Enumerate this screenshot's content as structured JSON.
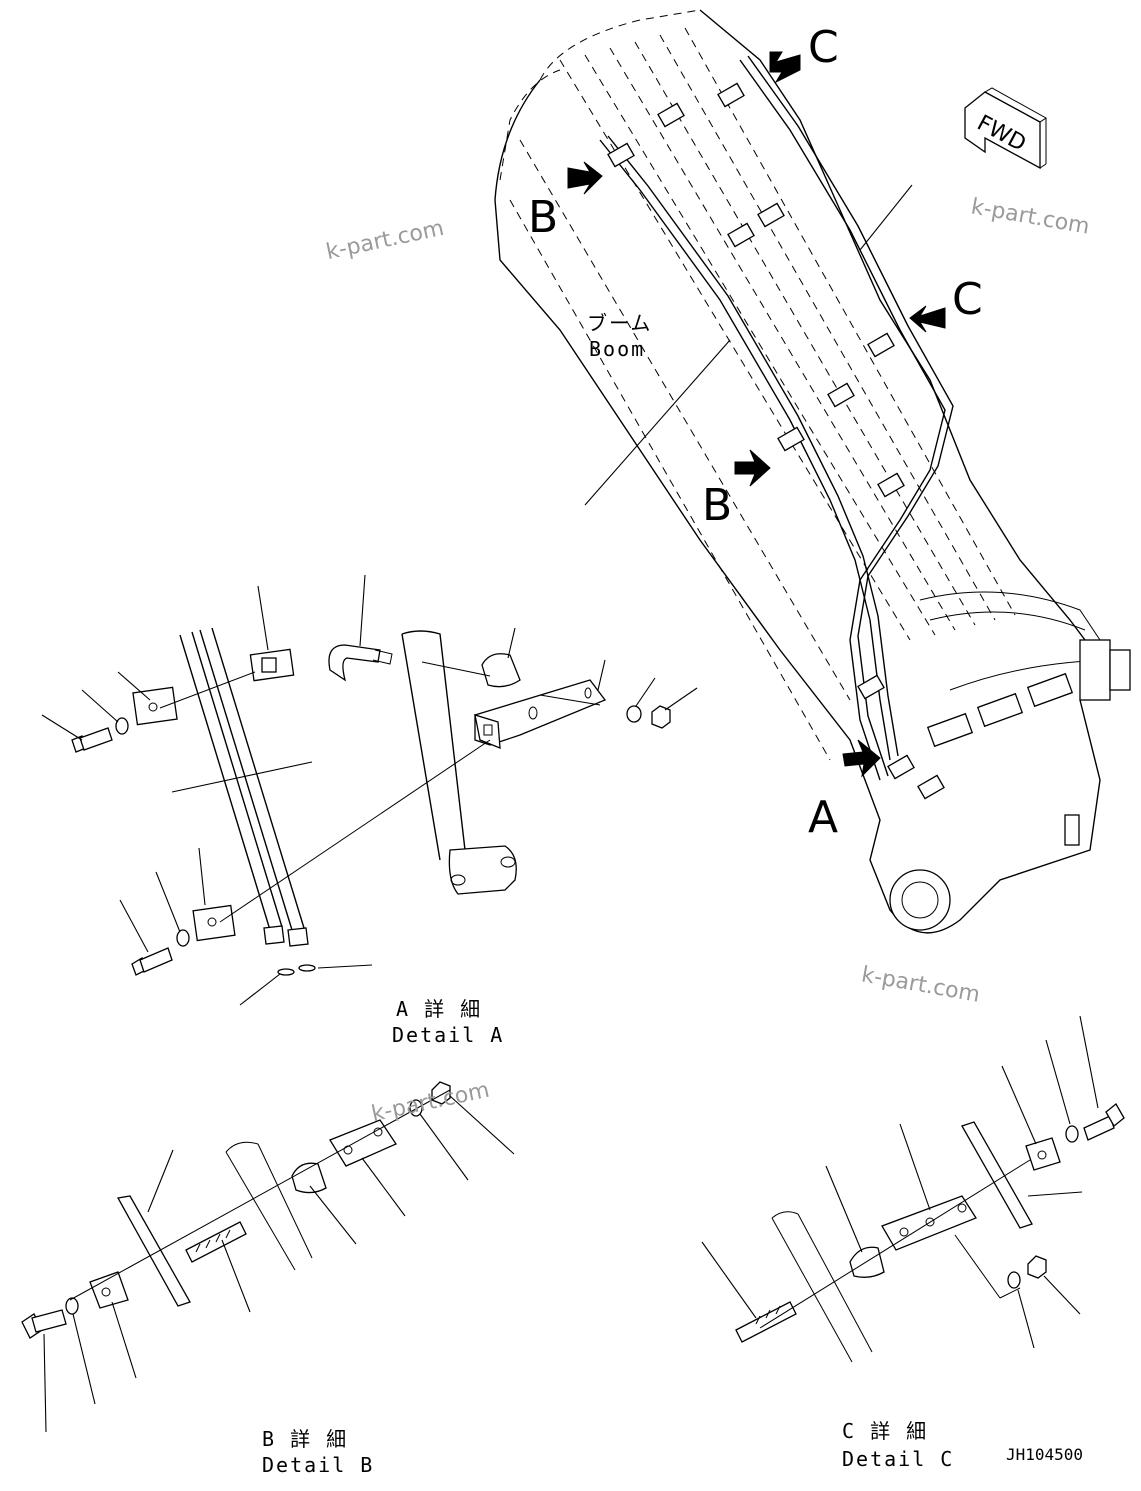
{
  "labels": {
    "view_c_top": "C",
    "view_c_mid": "C",
    "view_b_top": "B",
    "view_b_mid": "B",
    "view_a": "A",
    "boom_jp": "ブーム",
    "boom_en": "Boom",
    "fwd": "FWD",
    "detail_a_jp": "A 詳 細",
    "detail_a_en": "Detail A",
    "detail_b_jp": "B 詳 細",
    "detail_b_en": "Detail B",
    "detail_c_jp": "C 詳 細",
    "detail_c_en": "Detail C",
    "drawing_code": "JH104500"
  },
  "watermarks": [
    "k-part.com",
    "k-part.com",
    "k-part.com",
    "k-part.com"
  ]
}
